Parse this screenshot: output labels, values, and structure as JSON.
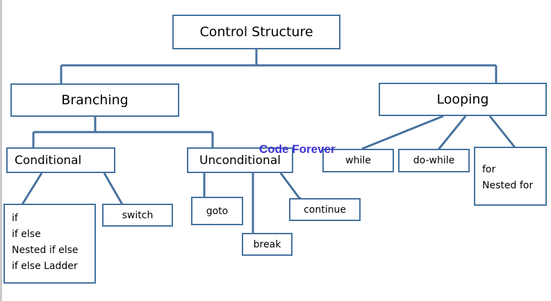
{
  "diagram": {
    "root": "Control Structure",
    "branching": "Branching",
    "looping": "Looping",
    "conditional": "Conditional",
    "unconditional": "Unconditional",
    "conditional_items": [
      "if",
      "if else",
      "Nested if else",
      "if else Ladder"
    ],
    "switch": "switch",
    "goto": "goto",
    "break": "break",
    "continue": "continue",
    "while": "while",
    "do_while": "do-while",
    "for_items": [
      "for",
      "Nested for"
    ]
  },
  "watermark": "Code Forever",
  "colors": {
    "border": "#44719e",
    "watermark": "#3a2fd3"
  }
}
